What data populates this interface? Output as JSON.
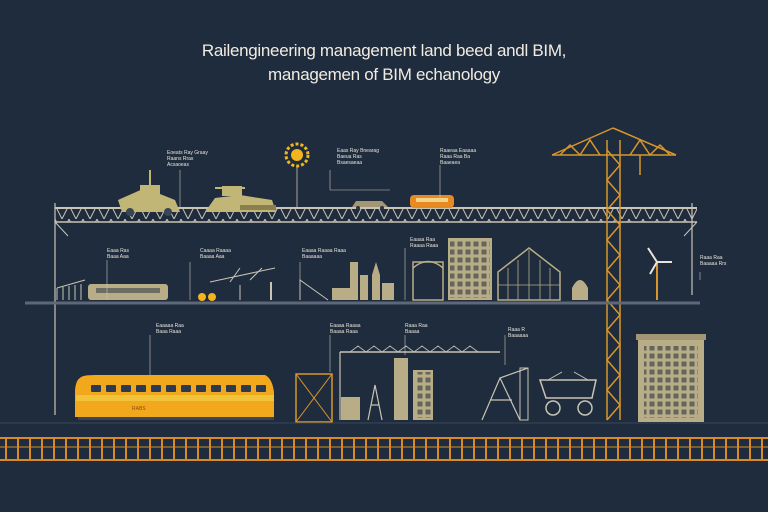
{
  "title": {
    "line1": "Railengineering management land beed andl BIM,",
    "line2": "managemen of BIM echanology"
  },
  "train": {
    "label": "RABS"
  },
  "annotations": [
    {
      "id": "a1",
      "line1": "Eoeats Ray Graay",
      "line2": "Raans Rras",
      "line3": "Acsaoeas"
    },
    {
      "id": "a2",
      "line1": "Eaas Ray Bnearag",
      "line2": "Baeua Ras",
      "line3": "Bsaesaeaa"
    },
    {
      "id": "a3",
      "line1": "Raaeaa Eaaaaa",
      "line2": "Raaa Raa Ba",
      "line3": "Baaeaea"
    },
    {
      "id": "a4",
      "line1": "Eaaa Ras",
      "line2": "Baaa Aaa",
      "line3": ""
    },
    {
      "id": "a5",
      "line1": "Caaaa Raaaa",
      "line2": "Baaaa Aaa",
      "line3": ""
    },
    {
      "id": "a6",
      "line1": "Eaaaa Raaaa Raaa",
      "line2": "Baaaaaa",
      "line3": ""
    },
    {
      "id": "a7",
      "line1": "Eaaaa Raa",
      "line2": "Raaaa Raaa",
      "line3": ""
    },
    {
      "id": "a8",
      "line1": "Raaa Raa",
      "line2": "Baaaaa Rrs",
      "line3": ""
    },
    {
      "id": "a9",
      "line1": "Eaaaaa Raa",
      "line2": "Baaa Raaa",
      "line3": ""
    },
    {
      "id": "a10",
      "line1": "Eaaaa Raaaa",
      "line2": "Baaaa Raaa",
      "line3": ""
    },
    {
      "id": "a11",
      "line1": "Raaa Raa",
      "line2": "Baaaa",
      "line3": ""
    },
    {
      "id": "a12",
      "line1": "Raaa R",
      "line2": "Baaaaaa",
      "line3": ""
    }
  ],
  "colors": {
    "background": "#1f2c3d",
    "truss": "#c9c4b5",
    "crane": "#d9962a",
    "train_body": "#f2a81d",
    "train_stripe": "#f1c33a",
    "buildings": "#b8ad86",
    "rail": "#d98a22",
    "sun": "#f2b51d"
  }
}
